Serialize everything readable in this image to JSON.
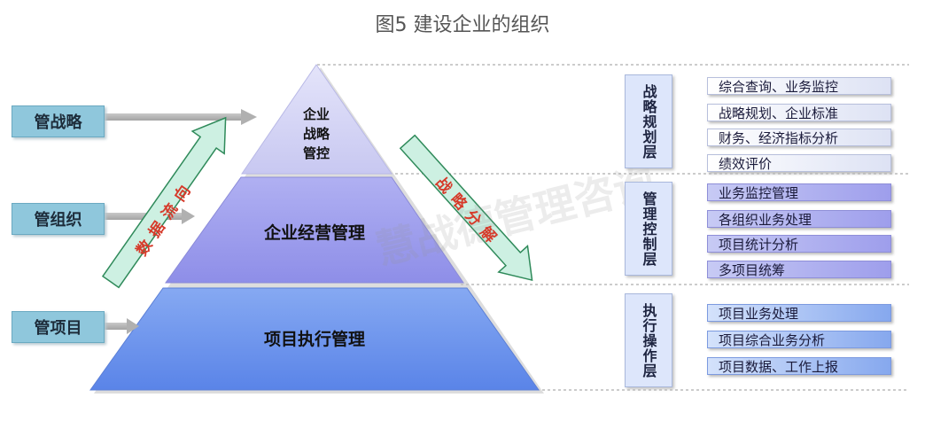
{
  "title": "图5  建设企业的组织",
  "left_labels": [
    "管战略",
    "管组织",
    "管项目"
  ],
  "pyramid": {
    "top_lines": [
      "企业",
      "战略",
      "管控"
    ],
    "middle": "企业经营管理",
    "bottom": "项目执行管理"
  },
  "arrows": {
    "data_flow": "数据流向",
    "strategy_decompose": "战略分解"
  },
  "watermark": "慧战德管理咨询",
  "layers": [
    {
      "label": "战略规划层",
      "items": [
        "综合查询、业务监控",
        "战略规划、企业标准",
        "财务、经济指标分析",
        "绩效评价"
      ]
    },
    {
      "label": "管理控制层",
      "items": [
        "业务监控管理",
        "各组织业务处理",
        "项目统计分析",
        "多项目统筹"
      ]
    },
    {
      "label": "执行操作层",
      "items": [
        "项目业务处理",
        "项目综合业务分析",
        "项目数据、工作上报"
      ]
    }
  ],
  "colors": {
    "pyramid_top": "#d0d0f3",
    "pyramid_middle": "#9c9cee",
    "pyramid_bottom": "#6c93ee",
    "flow_arrow": "#cdf0e2",
    "left_box": "#8fc7dc"
  }
}
